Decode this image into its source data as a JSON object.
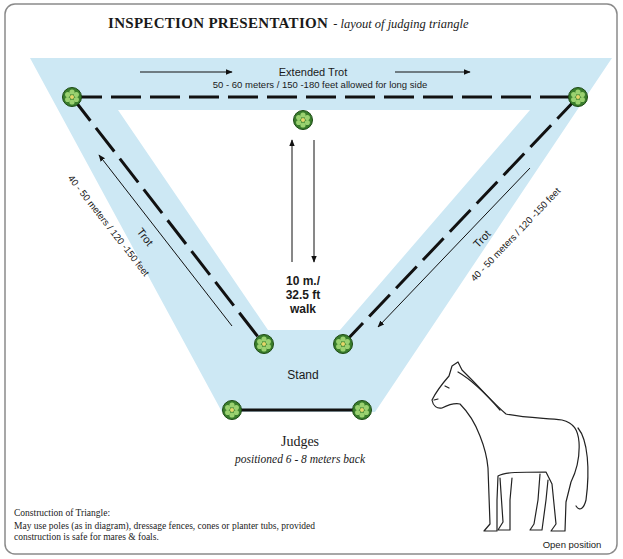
{
  "diagram": {
    "title": "INSPECTION PRESENTATION",
    "labels": [
      "- layout of judging triangle",
      "Extended Trot",
      "50 - 60 meters / 150 -180 feet allowed for long side",
      "Trot",
      "40 - 50 meters / 120 -150 feet",
      "Trot",
      "40 - 50 meters / 120 -150 feet",
      "10 m./ 32.5 ft walk",
      "Stand",
      "Judges",
      "positioned 6 - 8 meters back",
      "Construction of Triangle:",
      "May use poles (as in diagram), dressage fences, cones or planter tubs, provided construction is safe for mares & foals.",
      "Open position"
    ]
  }
}
